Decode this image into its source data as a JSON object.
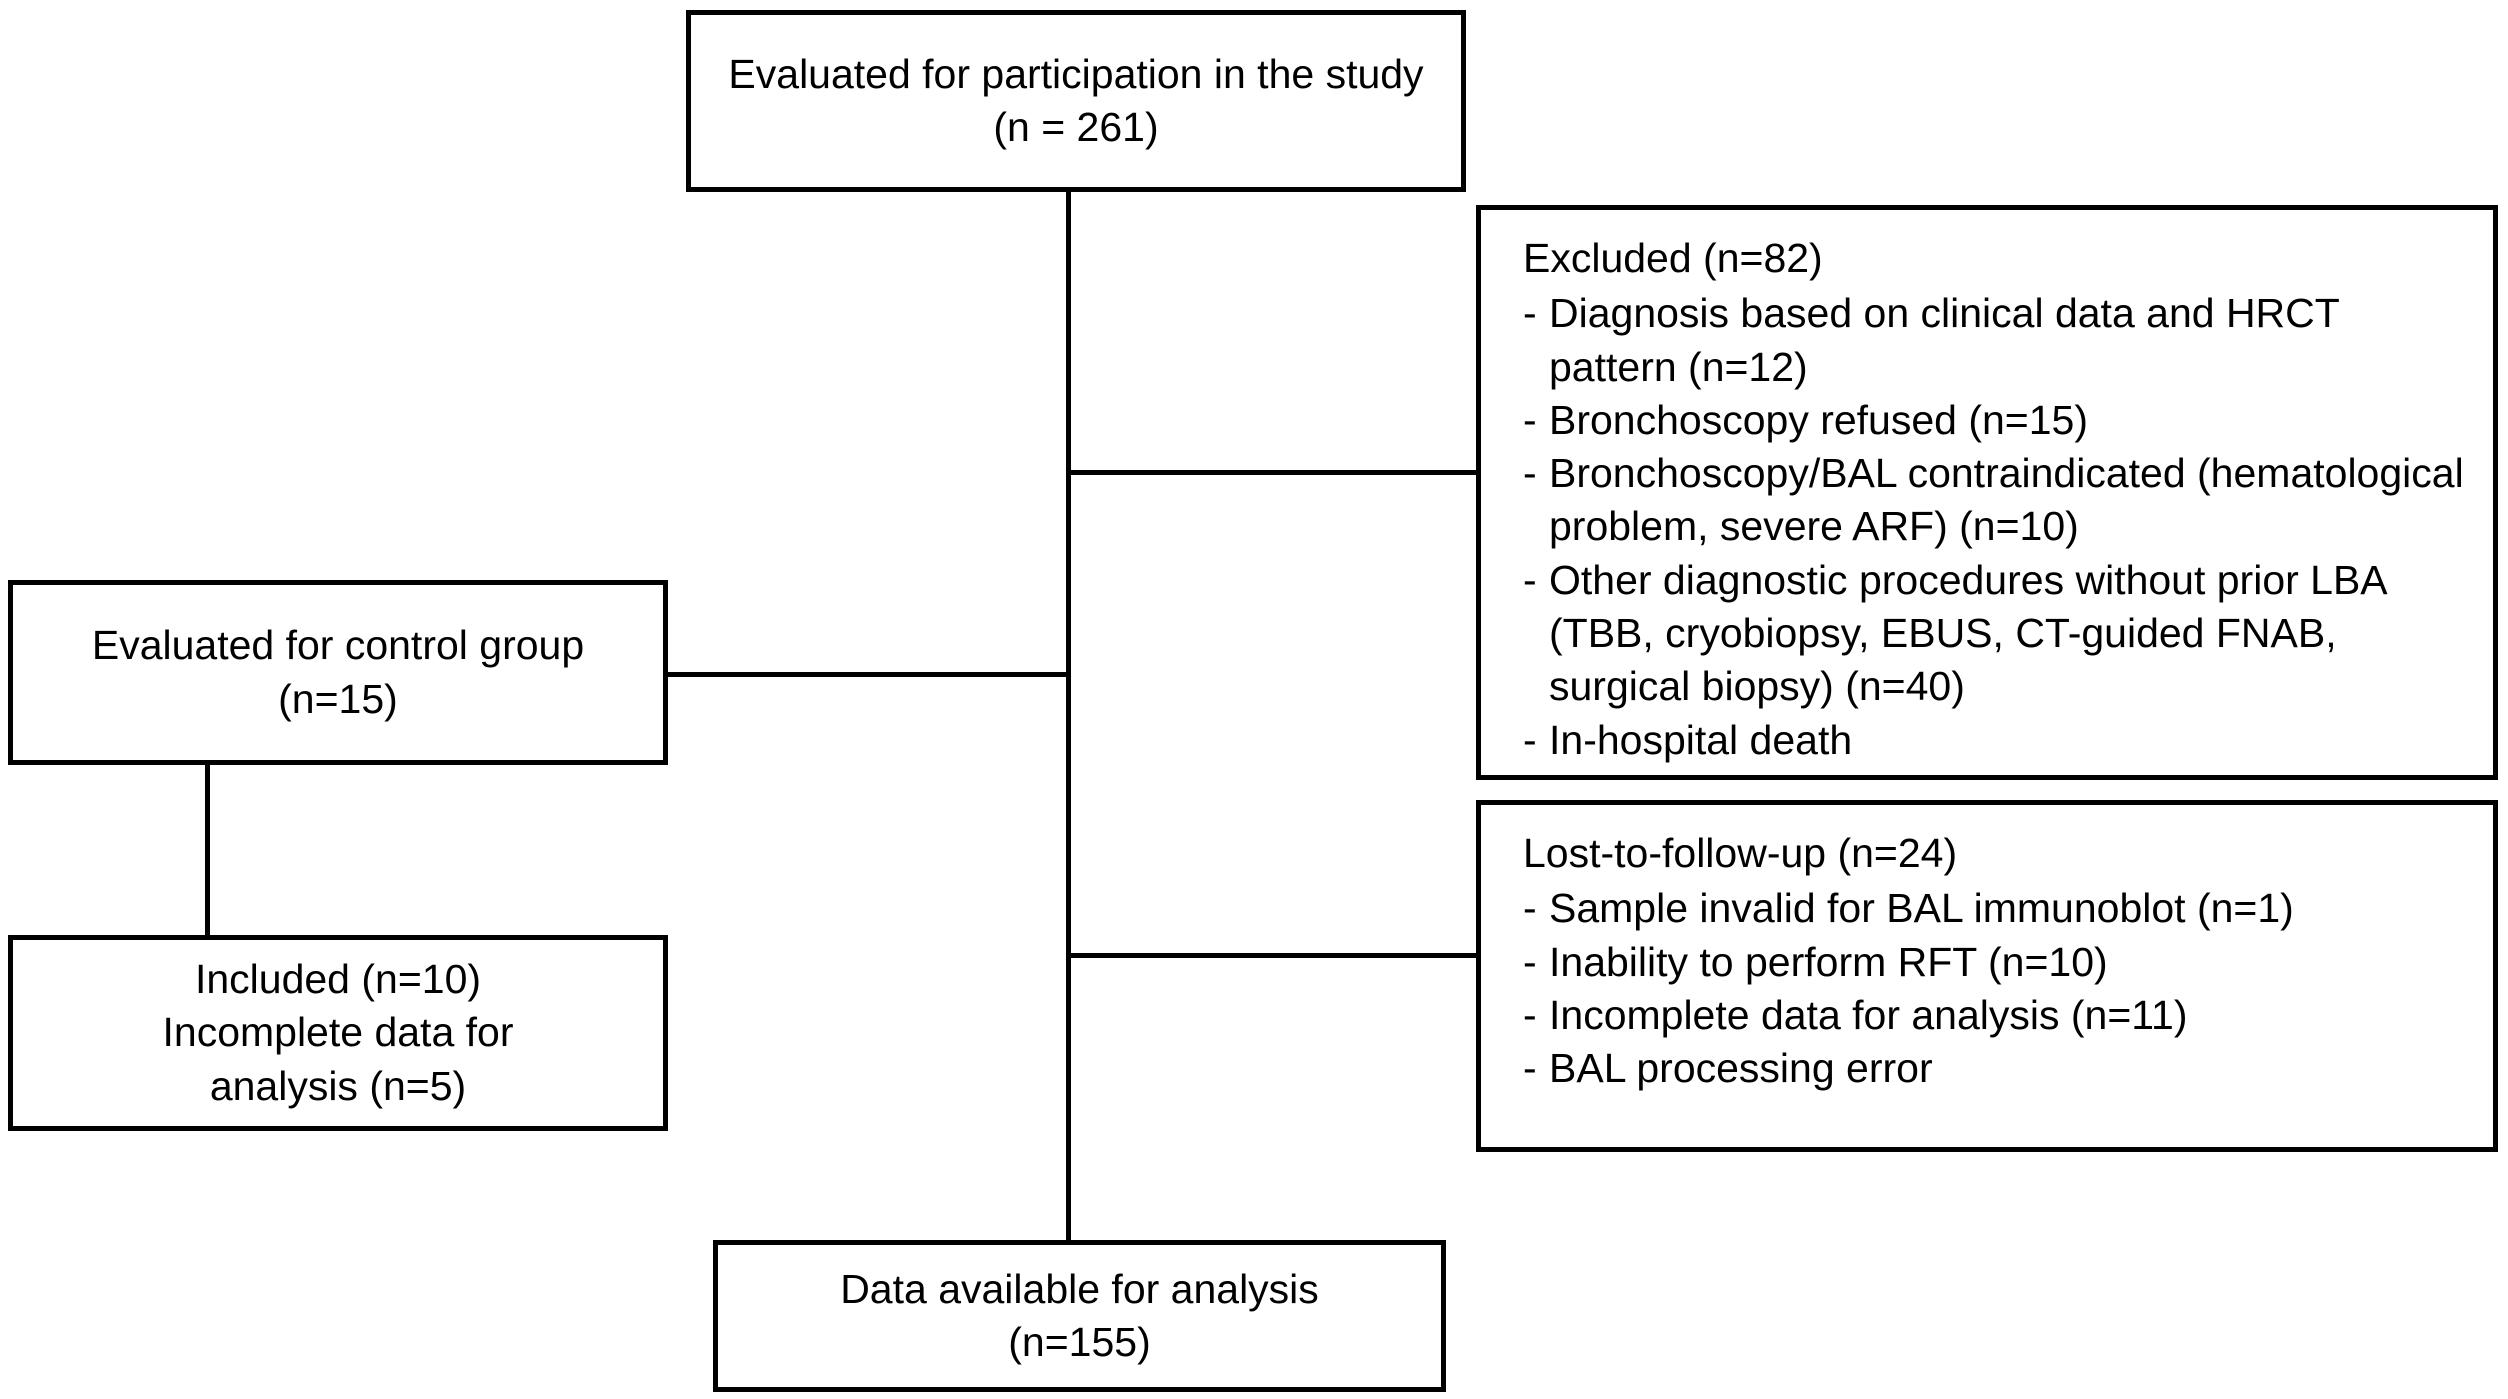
{
  "diagram": {
    "title": "Study participant flow diagram",
    "type": "flowchart",
    "stroke_color": "#000000",
    "background_color": "#ffffff"
  },
  "nodes": {
    "evaluated_participation": {
      "line1": "Evaluated for participation in the study",
      "line2": "(n = 261)"
    },
    "excluded": {
      "header": "Excluded (n=82)",
      "dash": "-",
      "items": [
        {
          "line1": "Diagnosis based on clinical data and HRCT",
          "line2": "pattern (n=12)"
        },
        {
          "line1": "Bronchoscopy refused (n=15)",
          "line2": ""
        },
        {
          "line1": "Bronchoscopy/BAL contraindicated (hematological",
          "line2": "problem, severe ARF) (n=10)"
        },
        {
          "line1": "Other diagnostic procedures without prior LBA",
          "line2": "(TBB, cryobiopsy, EBUS, CT-guided FNAB,",
          "line3": "surgical biopsy) (n=40)"
        },
        {
          "line1": "In-hospital death",
          "line2": ""
        }
      ]
    },
    "lost_to_follow_up": {
      "header": "Lost-to-follow-up (n=24)",
      "dash": "-",
      "items": [
        {
          "line1": "Sample invalid for BAL immunoblot (n=1)"
        },
        {
          "line1": "Inability to perform RFT (n=10)"
        },
        {
          "line1": "Incomplete data for analysis (n=11)"
        },
        {
          "line1": "BAL processing error"
        }
      ]
    },
    "evaluated_control": {
      "line1": "Evaluated for control group",
      "line2": "(n=15)"
    },
    "included_control": {
      "line1": "Included (n=10)",
      "line2": "Incomplete data for",
      "line3": "analysis (n=5)"
    },
    "data_available": {
      "line1": "Data available for analysis",
      "line2": "(n=155)"
    }
  }
}
